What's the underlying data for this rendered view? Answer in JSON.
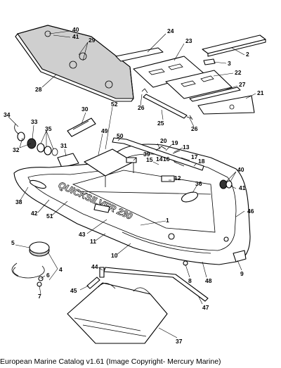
{
  "caption": "European Marine Catalog v1.61 (Image Copyright- Mercury Marine)",
  "hull_logo": "QUICKSILVER 230",
  "part_numbers": [
    "1",
    "2",
    "3",
    "4",
    "5",
    "6",
    "7",
    "8",
    "9",
    "10",
    "11",
    "12",
    "13",
    "14",
    "15",
    "16",
    "17",
    "18",
    "19",
    "20",
    "21",
    "22",
    "23",
    "24",
    "25",
    "26",
    "27",
    "28",
    "29",
    "30",
    "31",
    "32",
    "33",
    "34",
    "35",
    "36",
    "37",
    "38",
    "39",
    "40",
    "41",
    "42",
    "43",
    "44",
    "45",
    "46",
    "47",
    "48",
    "49",
    "50",
    "51",
    "52"
  ],
  "callouts": {
    "p40a": "40",
    "p41a": "41",
    "p29": "29",
    "p24": "24",
    "p23": "23",
    "p2": "2",
    "p3": "3",
    "p22": "22",
    "p27": "27",
    "p21": "21",
    "p28": "28",
    "p26a": "26",
    "p25": "25",
    "p26b": "26",
    "p34": "34",
    "p33": "33",
    "p35": "35",
    "p32": "32",
    "p30": "30",
    "p52": "52",
    "p49": "49",
    "p50": "50",
    "p20": "20",
    "p19": "19",
    "p13": "13",
    "p39": "39",
    "p15": "15",
    "p14": "14",
    "p16": "16",
    "p17": "17",
    "p18": "18",
    "p12": "12",
    "p31": "31",
    "p40b": "40",
    "p41b": "41",
    "p36": "36",
    "p38": "38",
    "p42": "42",
    "p51": "51",
    "p46": "46",
    "p1": "1",
    "p43": "43",
    "p11": "11",
    "p10": "10",
    "p5": "5",
    "p4": "4",
    "p6": "6",
    "p7": "7",
    "p9": "9",
    "p8": "8",
    "p48": "48",
    "p44": "44",
    "p45": "45",
    "p47": "47",
    "p37": "37"
  }
}
